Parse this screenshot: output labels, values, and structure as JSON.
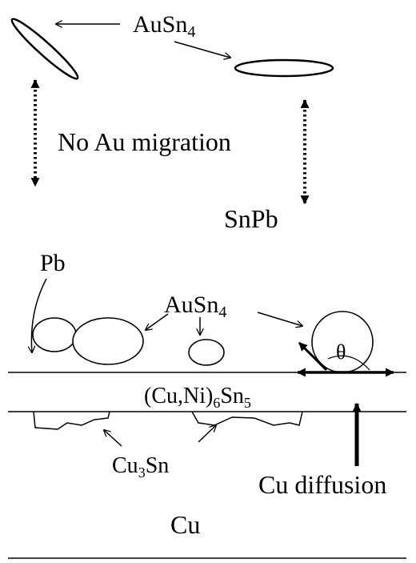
{
  "labels": {
    "ausn4_top": {
      "main": "AuSn",
      "sub": "4"
    },
    "no_au_migration": "No Au migration",
    "snpb": "SnPb",
    "pb": "Pb",
    "ausn4_bottom": {
      "main": "AuSn",
      "sub": "4"
    },
    "theta": "θ",
    "cuni_layer": {
      "p1": "(Cu,Ni)",
      "s1": "6",
      "p2": "Sn",
      "s2": "5"
    },
    "cu3sn": {
      "p1": "Cu",
      "s1": "3",
      "p2": "Sn"
    },
    "cu_diffusion": "Cu diffusion",
    "cu": "Cu"
  },
  "colors": {
    "ink": "#000000",
    "background": "#ffffff"
  }
}
